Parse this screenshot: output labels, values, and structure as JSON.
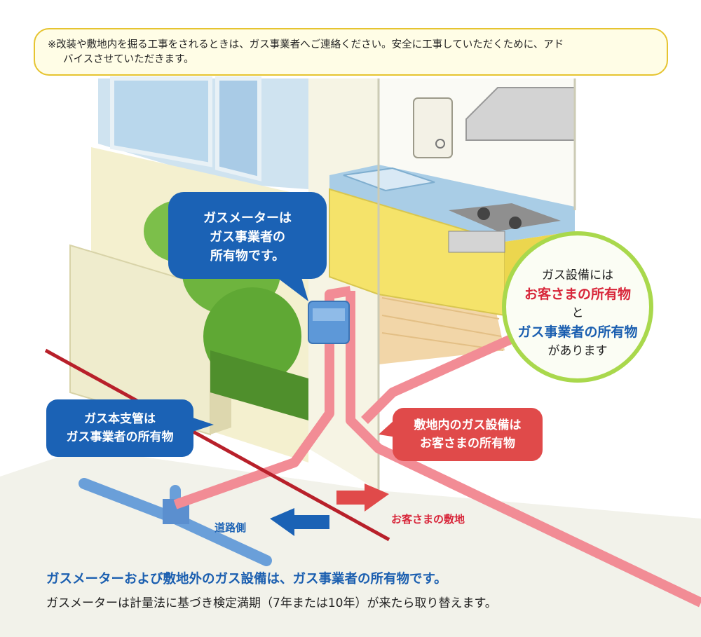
{
  "notice": {
    "line1": "※改装や敷地内を掘る工事をされるときは、ガス事業者へご連絡ください。安全に工事していただくために、アド",
    "line2": "バイスさせていただきます。"
  },
  "bubbles": {
    "meter": [
      "ガスメーターは",
      "ガス事業者の",
      "所有物です。"
    ],
    "main_pipe": [
      "ガス本支管は",
      "ガス事業者の所有物"
    ],
    "onsite": [
      "敷地内のガス設備は",
      "お客さまの所有物"
    ]
  },
  "circle": {
    "line1": "ガス設備には",
    "line2": "お客さまの所有物",
    "line3": "と",
    "line4": "ガス事業者の所有物",
    "line5": "があります"
  },
  "labels": {
    "road_side": "道路側",
    "customer_land": "お客さまの敷地"
  },
  "captions": {
    "bold": "ガスメーターおよび敷地外のガス設備は、ガス事業者の所有物です。",
    "normal": "ガスメーターは計量法に基づき検定満期（7年または10年）が来たら取り替えます。"
  },
  "colors": {
    "blue": "#1b62b5",
    "red": "#e04a4a",
    "gas_pipe_pink": "#f28c95",
    "utility_pipe_blue": "#6a9fd9",
    "boundary_line": "#b8202a",
    "circle_border": "#a9d84c",
    "notice_border": "#e6c430"
  }
}
